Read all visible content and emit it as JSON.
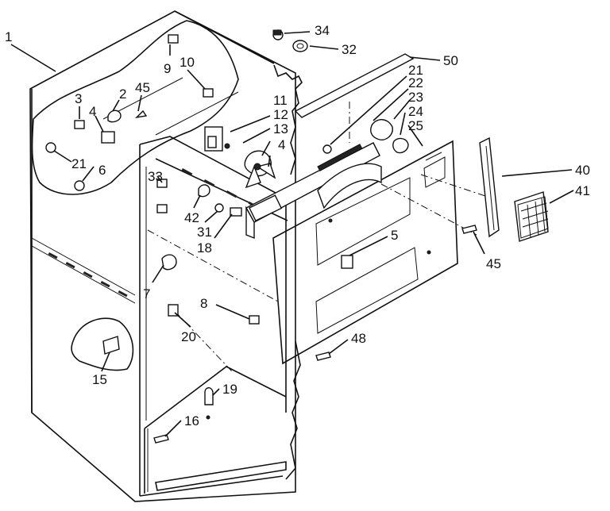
{
  "callouts": [
    {
      "id": "c1",
      "text": "1"
    },
    {
      "id": "c9",
      "text": "9"
    },
    {
      "id": "c10",
      "text": "10"
    },
    {
      "id": "c3",
      "text": "3"
    },
    {
      "id": "c2",
      "text": "2"
    },
    {
      "id": "c45a",
      "text": "45"
    },
    {
      "id": "c4a",
      "text": "4"
    },
    {
      "id": "c21a",
      "text": "21"
    },
    {
      "id": "c6",
      "text": "6"
    },
    {
      "id": "c34",
      "text": "34"
    },
    {
      "id": "c32",
      "text": "32"
    },
    {
      "id": "c50",
      "text": "50"
    },
    {
      "id": "c11",
      "text": "11"
    },
    {
      "id": "c12",
      "text": "12"
    },
    {
      "id": "c13",
      "text": "13"
    },
    {
      "id": "c4b",
      "text": "4"
    },
    {
      "id": "c21b",
      "text": "21"
    },
    {
      "id": "c22",
      "text": "22"
    },
    {
      "id": "c23",
      "text": "23"
    },
    {
      "id": "c24",
      "text": "24"
    },
    {
      "id": "c25",
      "text": "25"
    },
    {
      "id": "c40",
      "text": "40"
    },
    {
      "id": "c41",
      "text": "41"
    },
    {
      "id": "c33",
      "text": "33"
    },
    {
      "id": "c42",
      "text": "42"
    },
    {
      "id": "c31",
      "text": "31"
    },
    {
      "id": "c18",
      "text": "18"
    },
    {
      "id": "c5",
      "text": "5"
    },
    {
      "id": "c45b",
      "text": "45"
    },
    {
      "id": "c7",
      "text": "7"
    },
    {
      "id": "c8",
      "text": "8"
    },
    {
      "id": "c48",
      "text": "48"
    },
    {
      "id": "c20",
      "text": "20"
    },
    {
      "id": "c15",
      "text": "15"
    },
    {
      "id": "c19",
      "text": "19"
    },
    {
      "id": "c16",
      "text": "16"
    }
  ]
}
